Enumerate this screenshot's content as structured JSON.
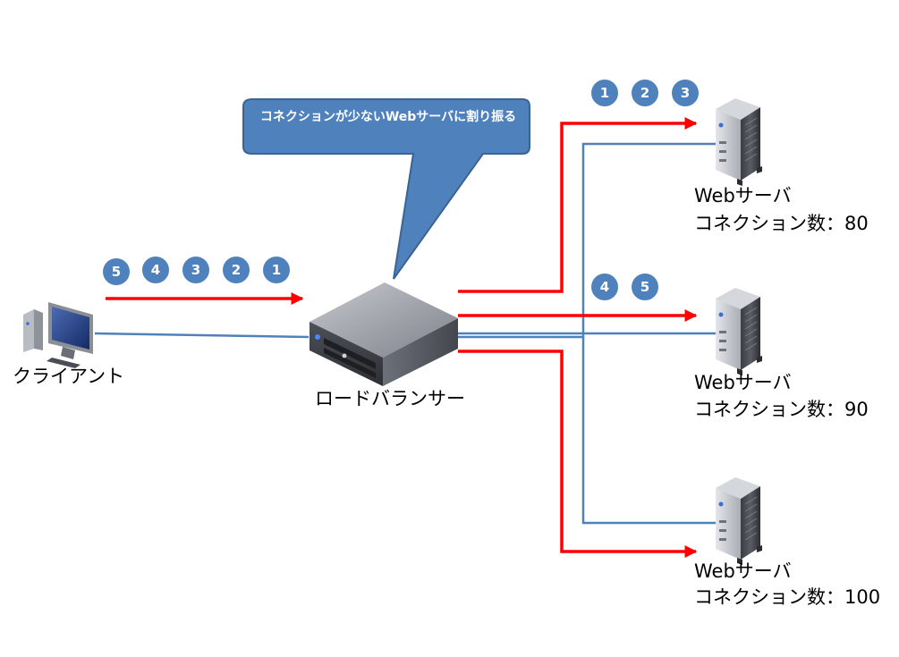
{
  "callout": {
    "text": "コネクションが少ないWebサーバに割り振る"
  },
  "client": {
    "label": "クライアント",
    "request_badges": [
      "5",
      "4",
      "3",
      "2",
      "1"
    ]
  },
  "load_balancer": {
    "label": "ロードバランサー"
  },
  "servers": [
    {
      "name": "Webサーバ",
      "connections": "コネクション数：80",
      "badges": [
        "1",
        "2",
        "3"
      ]
    },
    {
      "name": "Webサーバ",
      "connections": "コネクション数：90",
      "badges": [
        "4",
        "5"
      ]
    },
    {
      "name": "Webサーバ",
      "connections": "コネクション数：100",
      "badges": []
    }
  ],
  "colors": {
    "request_arrow": "#ff0000",
    "network_line": "#4f81bd",
    "badge_fill": "#4f81bd",
    "badge_stroke": "#ffffff",
    "callout_fill": "#4f81bd",
    "callout_stroke": "#3a6491"
  }
}
